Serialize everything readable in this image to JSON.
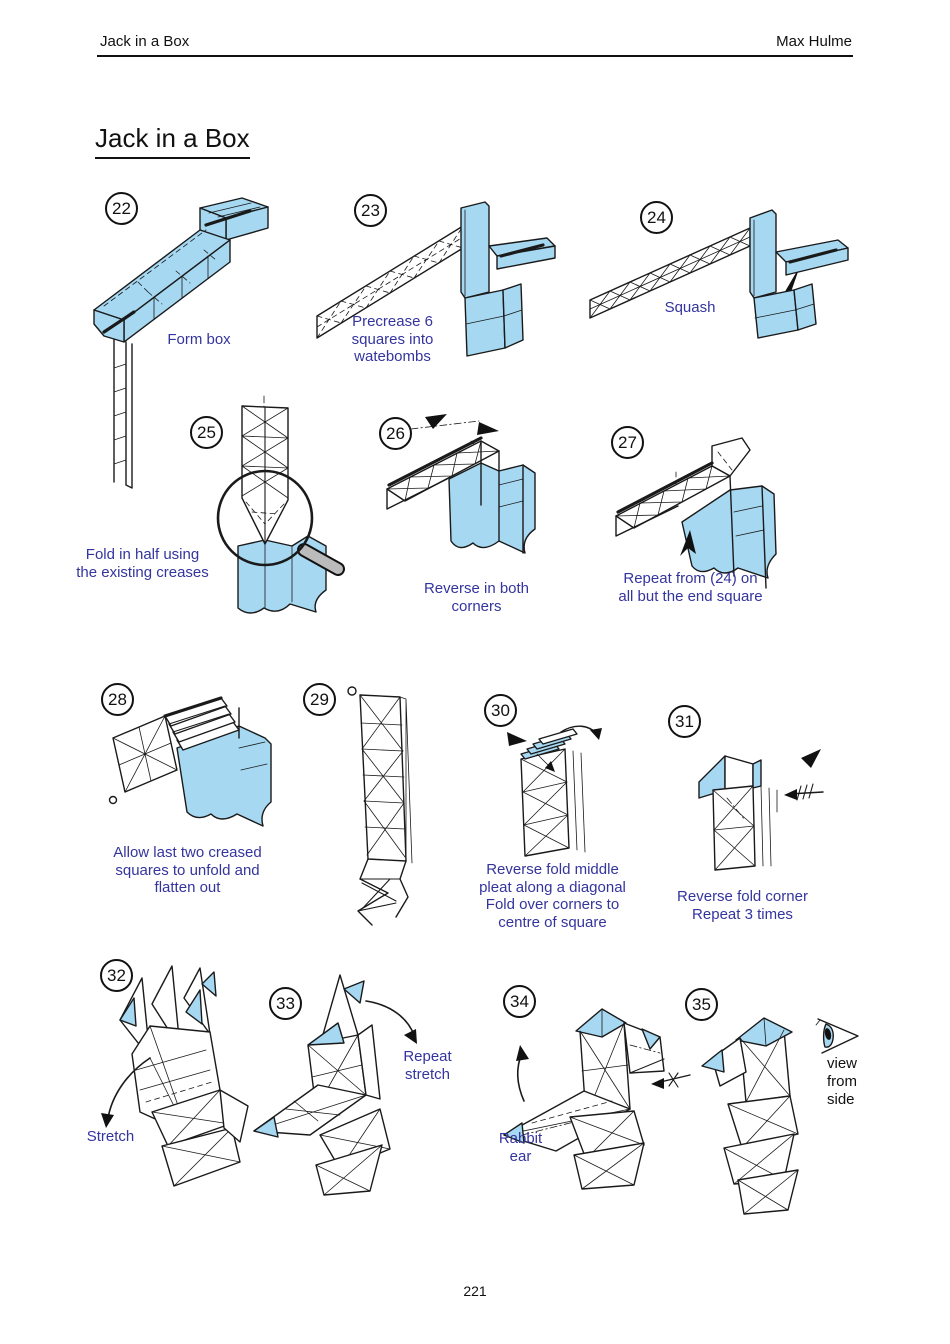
{
  "header": {
    "left_title": "Jack in a Box",
    "author": "Max Hulme"
  },
  "page": {
    "title": "Jack in a Box",
    "number": "221"
  },
  "colors": {
    "diagram_fill": "#A6D8F2",
    "caption_text": "#34349E",
    "ink": "#1A1A1A"
  },
  "icons": {
    "magnifier": "magnifier-icon",
    "eye": "eye-icon",
    "fold_arrow": "solid-fold-arrow-icon",
    "repeat_3_arrow": "arrow-with-3-hatches-icon",
    "repeat_1_arrow": "arrow-with-x-hatch-icon"
  },
  "steps": [
    {
      "number": "22",
      "caption": "Form box"
    },
    {
      "number": "23",
      "caption": "Precrease 6\nsquares into\nwatebombs"
    },
    {
      "number": "24",
      "caption": "Squash"
    },
    {
      "number": "25",
      "caption": "Fold in half using\nthe existing creases"
    },
    {
      "number": "26",
      "caption": "Reverse in both\ncorners"
    },
    {
      "number": "27",
      "caption": "Repeat from (24) on\nall but the end square"
    },
    {
      "number": "28",
      "caption": "Allow last two creased\nsquares to unfold and\nflatten out"
    },
    {
      "number": "29",
      "caption": ""
    },
    {
      "number": "30",
      "caption": "Reverse fold middle\npleat along a diagonal\nFold over corners to\ncentre of square"
    },
    {
      "number": "31",
      "caption": "Reverse fold corner\nRepeat 3 times"
    },
    {
      "number": "32",
      "caption": "Stretch"
    },
    {
      "number": "33",
      "caption": "Repeat\nstretch"
    },
    {
      "number": "34",
      "caption": "Rabbit\near"
    },
    {
      "number": "35",
      "caption": ""
    }
  ],
  "side_note": "view\nfrom\nside"
}
